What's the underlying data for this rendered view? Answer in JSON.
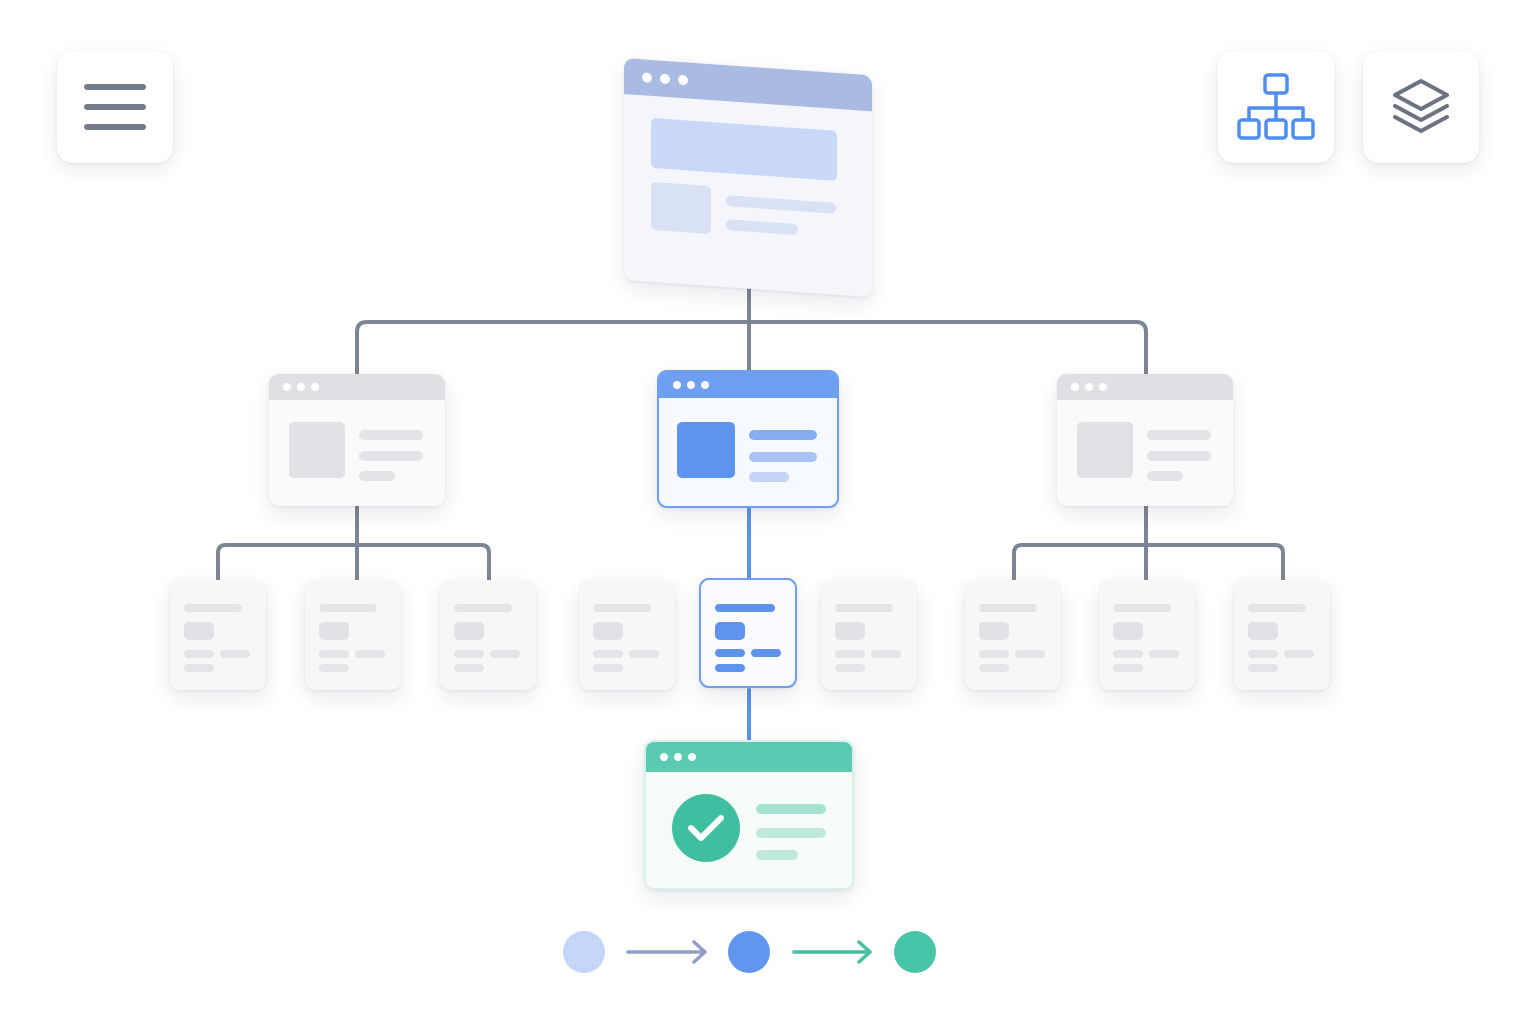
{
  "toolbar": {
    "menu_icon": "hamburger-menu-icon",
    "sitemap_icon": "sitemap-icon",
    "layers_icon": "layers-icon"
  },
  "diagram": {
    "type": "site-hierarchy",
    "levels": 4,
    "highlighted_path": [
      "root",
      "level1-center",
      "level2-center",
      "final"
    ]
  },
  "colors": {
    "accent_blue": "#6e9ff0",
    "light_blue": "#c9d8f7",
    "root_bar": "#a9bbe3",
    "success_green": "#40bfa0",
    "connector_grey": "#7c8594",
    "card_grey": "#dfe0e3"
  },
  "flow_legend": {
    "steps": [
      "light-blue-dot",
      "blue-dot",
      "green-dot"
    ]
  }
}
